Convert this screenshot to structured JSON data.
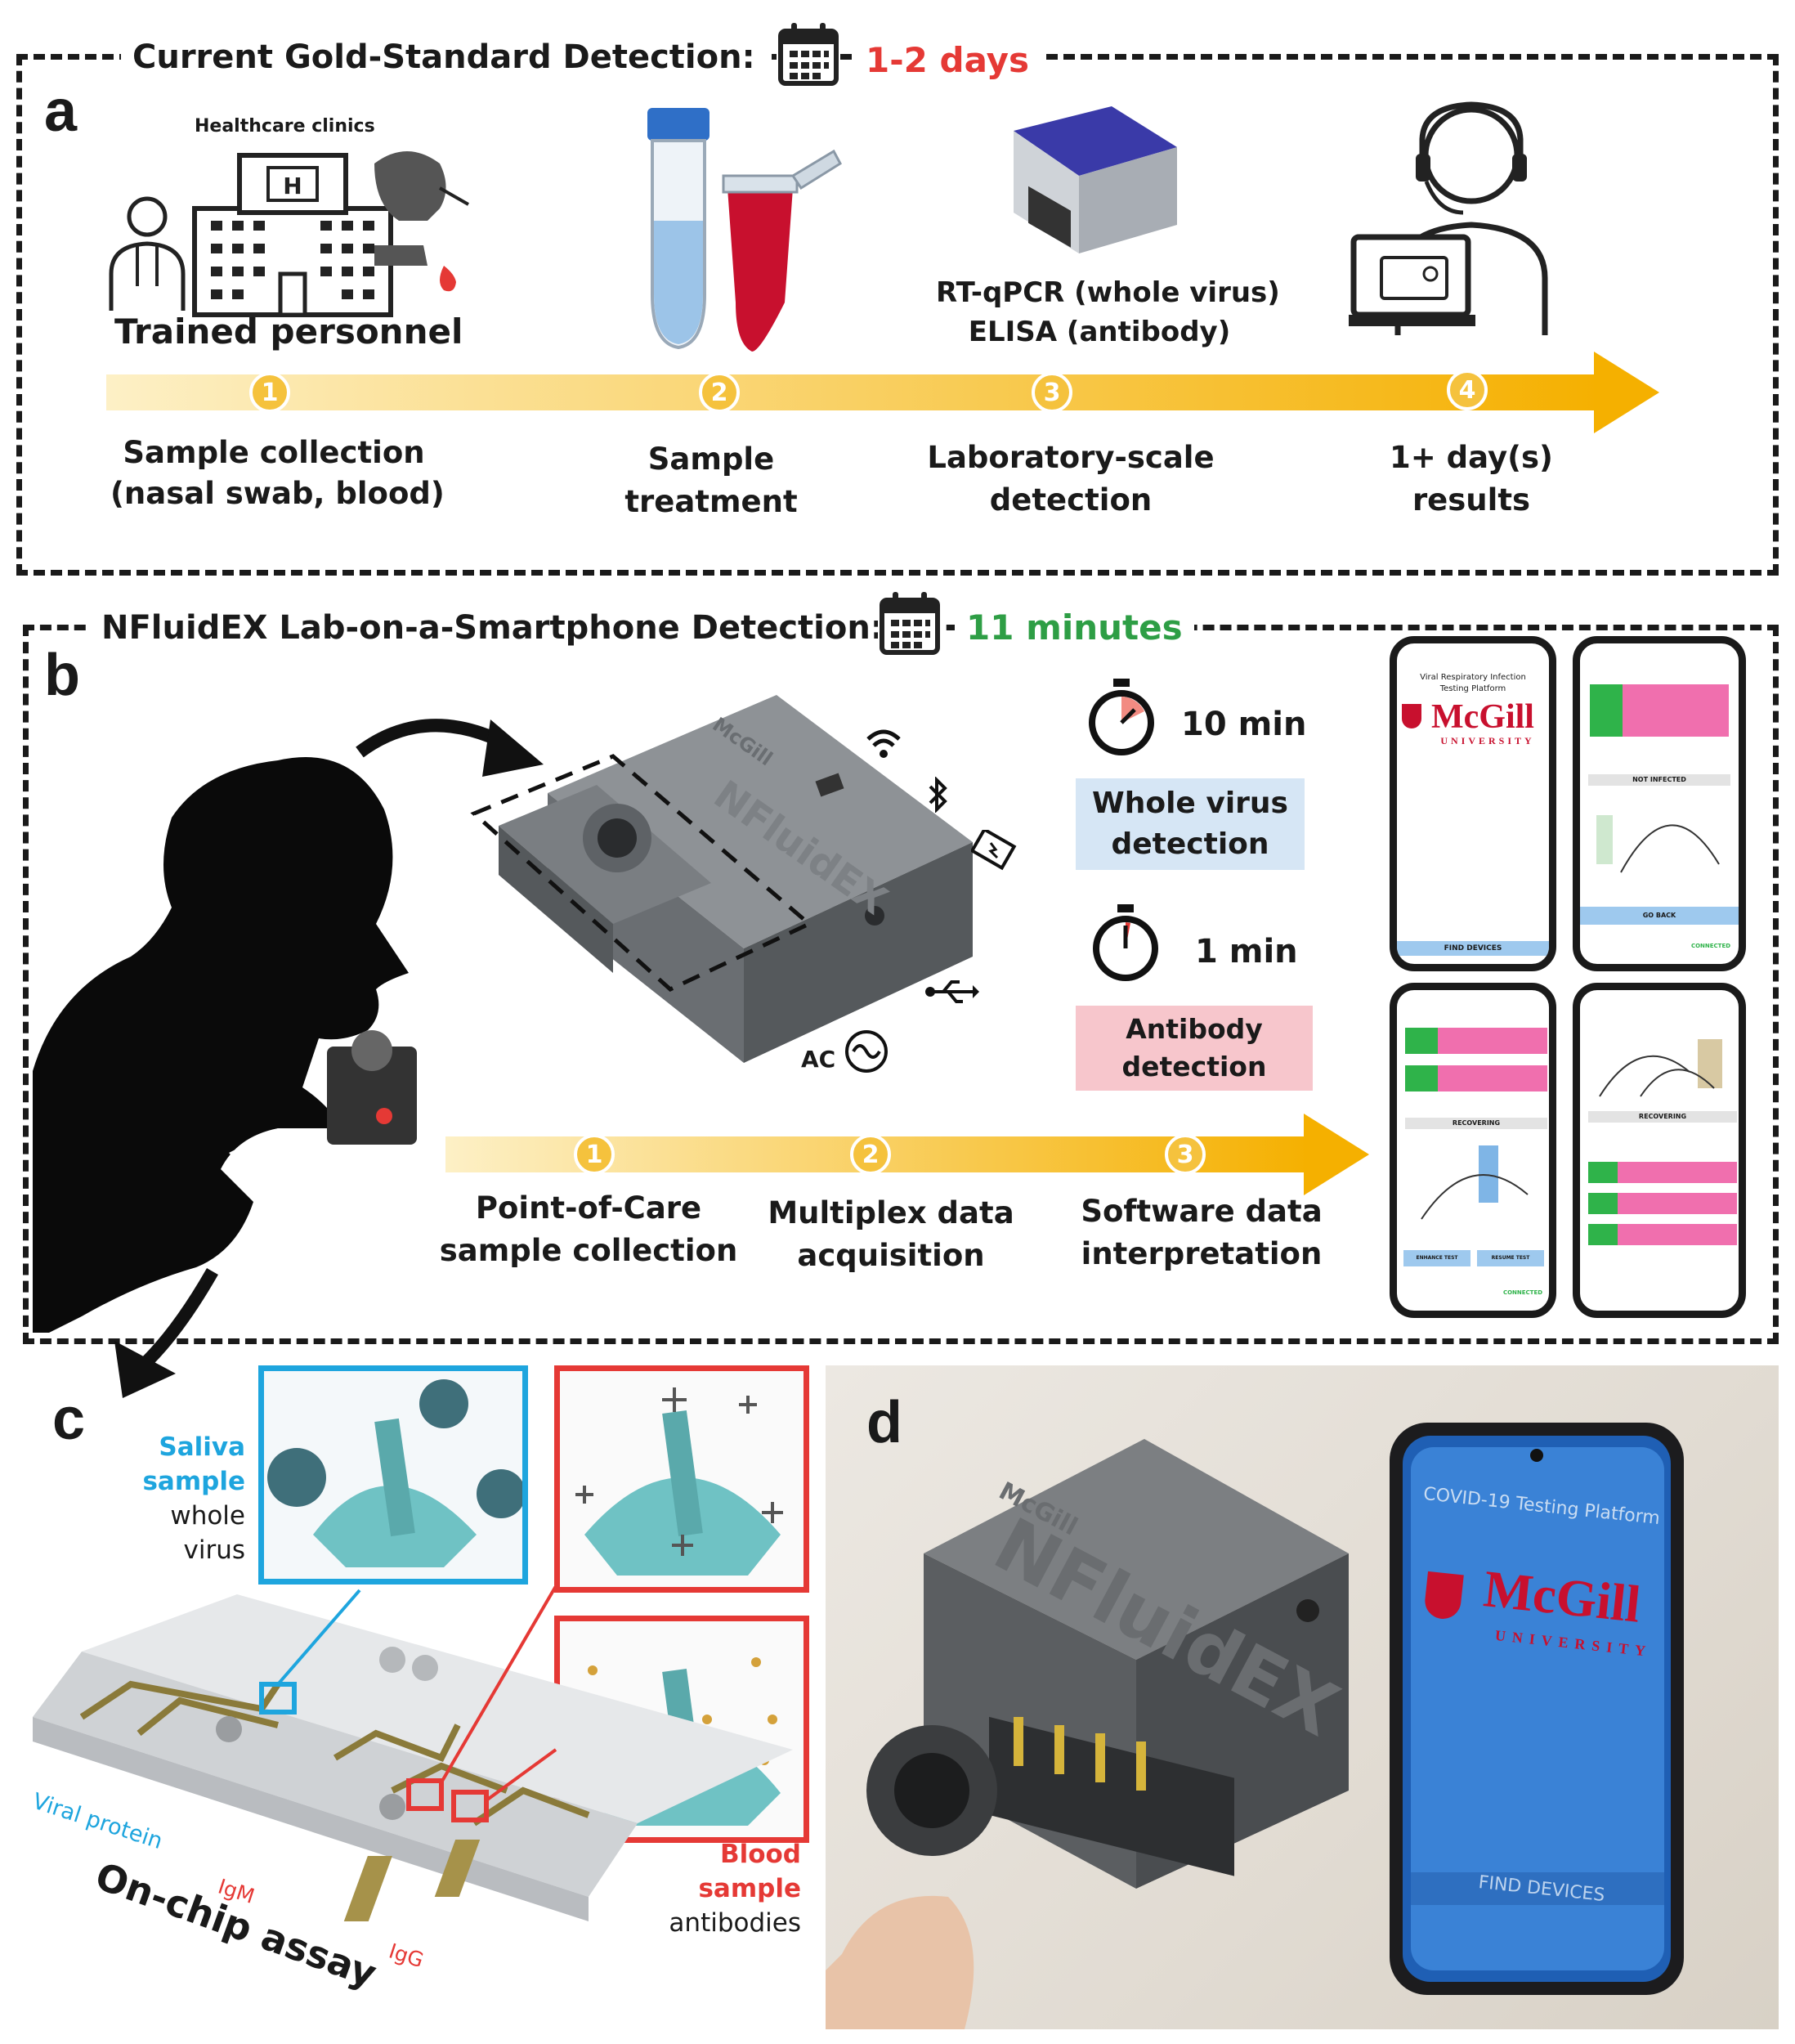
{
  "panel_a": {
    "letter": "a",
    "header": "Current Gold-Standard Detection:",
    "time": "1-2 days",
    "clinic_label": "Healthcare clinics",
    "building_letter": "H",
    "personnel_label": "Trained personnel",
    "machine_line1": "RT-qPCR (whole virus)",
    "machine_line2": "ELISA (antibody)",
    "steps": [
      {
        "num": "1",
        "line1": "Sample collection",
        "line2": "(nasal swab, blood)"
      },
      {
        "num": "2",
        "line1": "Sample",
        "line2": "treatment"
      },
      {
        "num": "3",
        "line1": "Laboratory-scale",
        "line2": "detection"
      },
      {
        "num": "4",
        "line1": "1+ day(s)",
        "line2": "results"
      }
    ]
  },
  "panel_b": {
    "letter": "b",
    "header": "NFluidEX Lab-on-a-Smartphone Detection:",
    "time": "11 minutes",
    "timer1": "10 min",
    "timer1_box_line1": "Whole virus",
    "timer1_box_line2": "detection",
    "timer2": "1 min",
    "timer2_box_line1": "Antibody",
    "timer2_box_line2": "detection",
    "ac_label": "AC",
    "device_brand": "McGill",
    "device_name": "NFluidEX",
    "steps": [
      {
        "num": "1",
        "line1": "Point-of-Care",
        "line2": "sample collection"
      },
      {
        "num": "2",
        "line1": "Multiplex data",
        "line2": "acquisition"
      },
      {
        "num": "3",
        "line1": "Software data",
        "line2": "interpretation"
      }
    ],
    "phone1_title1": "Viral Respiratory Infection",
    "phone1_title2": "Testing Platform",
    "phone1_logo": "McGill",
    "phone1_logo_sub": "UNIVERSITY",
    "phone1_button": "FIND DEVICES",
    "phone2_status": "NOT INFECTED",
    "phone2_button": "GO BACK",
    "phone2_footer": "CONNECTED",
    "phone3_status": "RECOVERING",
    "phone3_btn1": "ENHANCE TEST",
    "phone3_btn2": "RESUME TEST",
    "phone3_footer": "CONNECTED",
    "phone4_status": "RECOVERING"
  },
  "panel_c": {
    "letter": "c",
    "saliva_line1": "Saliva",
    "saliva_line2": "sample",
    "whole_line1": "whole",
    "whole_line2": "virus",
    "blood_line1": "Blood",
    "blood_line2": "sample",
    "antibodies": "antibodies",
    "viral_protein": "Viral protein",
    "igm": "IgM",
    "igg": "IgG",
    "onchip": "On-chip assay"
  },
  "panel_d": {
    "letter": "d",
    "device_brand": "McGill",
    "device_name": "NFluidEX",
    "phone_title": "COVID-19 Testing Platform",
    "phone_logo": "McGill",
    "phone_logo_sub": "UNIVERSITY",
    "phone_button": "FIND DEVICES"
  },
  "colors": {
    "red_time": "#e53935",
    "green_time": "#2e9e45",
    "arrow": "#f5b82e",
    "blue_frame": "#1ea5de",
    "red_frame": "#e53935",
    "virus_box": "#d6e6f5",
    "antibody_box": "#f7c6cc",
    "app_green": "#2fb34a",
    "app_pink": "#f06fae",
    "app_blue": "#5aa9e6"
  }
}
